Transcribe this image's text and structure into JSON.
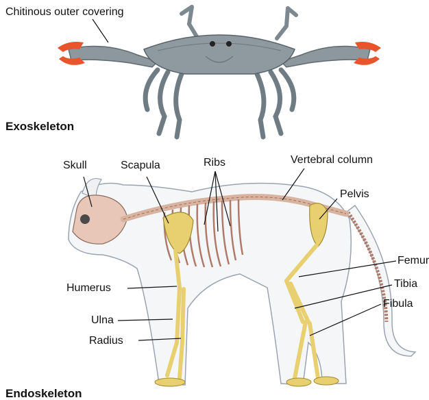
{
  "exoskeleton": {
    "heading": "Exoskeleton",
    "labels": {
      "outer_covering": "Chitinous outer covering"
    }
  },
  "endoskeleton": {
    "heading": "Endoskeleton",
    "labels": {
      "skull": "Skull",
      "scapula": "Scapula",
      "ribs": "Ribs",
      "vertebral_column": "Vertebral column",
      "pelvis": "Pelvis",
      "femur": "Femur",
      "tibia": "Tibia",
      "fibula": "Fibula",
      "humerus": "Humerus",
      "ulna": "Ulna",
      "radius": "Radius"
    }
  },
  "colors": {
    "crab_shell": "#8e9aa0",
    "crab_claw_tip": "#e8542b",
    "cat_outline": "#9aa4b0",
    "cat_fill": "#f4f6f8",
    "bone": "#e8d070",
    "rib": "#b07a6a",
    "skull": "#e9c7b8",
    "leader_line": "#111111"
  }
}
